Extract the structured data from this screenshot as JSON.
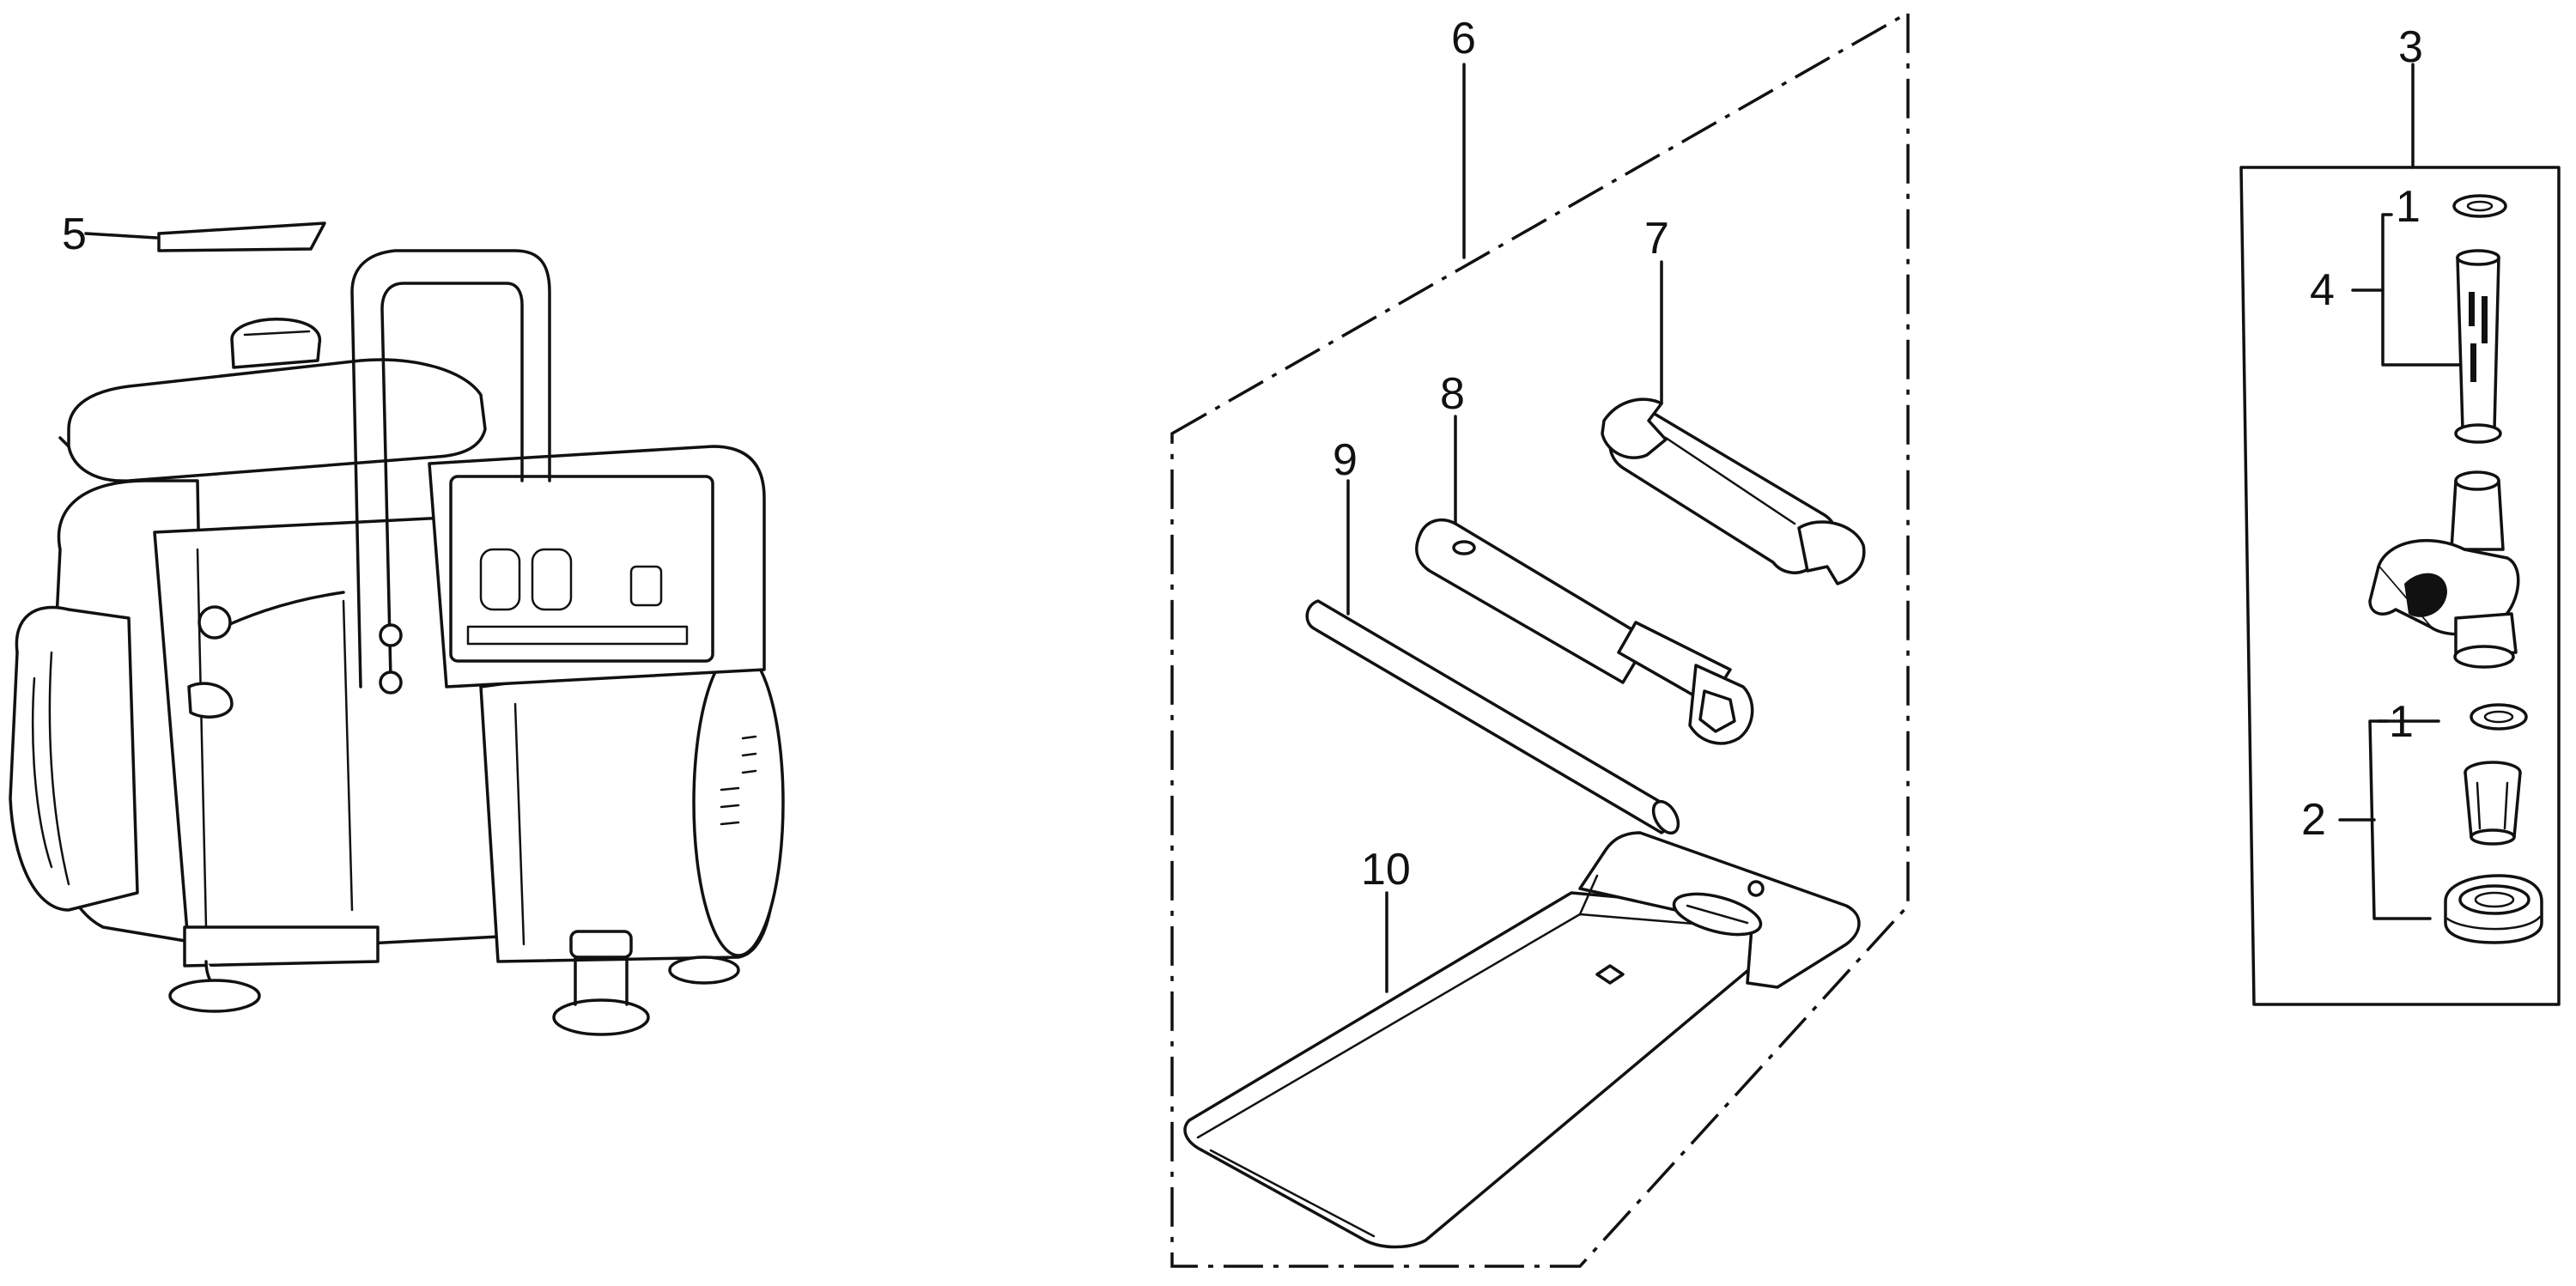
{
  "callouts": {
    "c1a": "1",
    "c1b": "1",
    "c2": "2",
    "c3": "3",
    "c4": "4",
    "c5": "5",
    "c6": "6",
    "c7": "7",
    "c8": "8",
    "c9": "9",
    "c10": "10"
  },
  "parts": {
    "generator": "generator-unit",
    "label_plate": "label-plate",
    "tool_kit": "tool-kit-group",
    "spanner": "open-end-wrench",
    "plug_wrench": "spark-plug-wrench",
    "bar": "wrench-handle-bar",
    "bag": "tool-bag",
    "fuel_cock": "fuel-cock-assembly",
    "washer_top": "fuel-cock-washer",
    "strainer_tube": "fuel-strainer",
    "washer_bottom": "cup-washer",
    "filter": "filter-screen",
    "cup": "fuel-cup"
  },
  "colors": {
    "ink": "#111111",
    "paper": "#ffffff"
  }
}
